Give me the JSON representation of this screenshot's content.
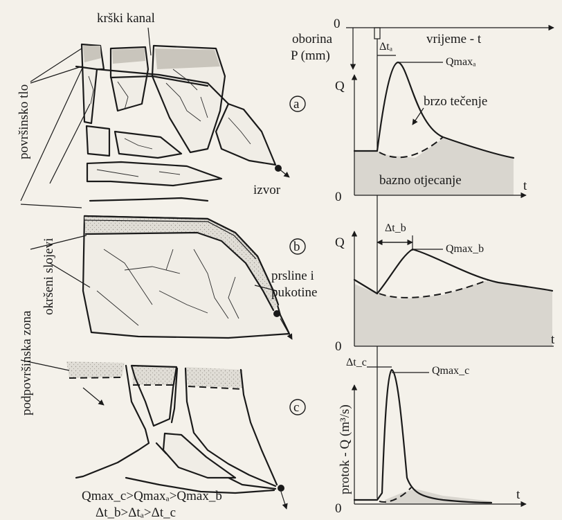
{
  "labels": {
    "krski_kanal": "krški kanal",
    "povrsinsko_tlo": "površinsko tlo",
    "podpovrsinska_zona": "podpovršinska zona",
    "okrseni_slojevi": "okršeni slojevi",
    "izvor": "izvor",
    "prsline": "prsline i",
    "pukotine": "pukotine",
    "oborina": "oborina",
    "p_mm": "P (mm)",
    "vrijeme": "vrijeme - t",
    "brzo_tecenje": "brzo tečenje",
    "bazno_otjecanje": "bazno otjecanje",
    "protok": "protok - Q (m³/s)",
    "zero_top": "0"
  },
  "panels": [
    {
      "id": "a",
      "marker": "a",
      "q_label": "Q",
      "t_label": "t",
      "zero": "0",
      "dt_label": "Δtₐ",
      "qmax_label": "Qmaxₐ"
    },
    {
      "id": "b",
      "marker": "b",
      "q_label": "Q",
      "t_label": "t",
      "zero": "0",
      "dt_label": "Δt_b",
      "qmax_label": "Qmax_b"
    },
    {
      "id": "c",
      "marker": "c",
      "q_label": "",
      "t_label": "t",
      "zero": "0",
      "dt_label": "Δt_c",
      "qmax_label": "Qmax_c"
    }
  ],
  "relations": {
    "line1": "Qmax_c>Qmaxₐ>Qmax_b",
    "line2": "Δt_b>Δtₐ>Δt_c"
  },
  "colors": {
    "ink": "#1a1a1a",
    "shade": "#d9d6cf",
    "paper": "#f4f1ea"
  }
}
